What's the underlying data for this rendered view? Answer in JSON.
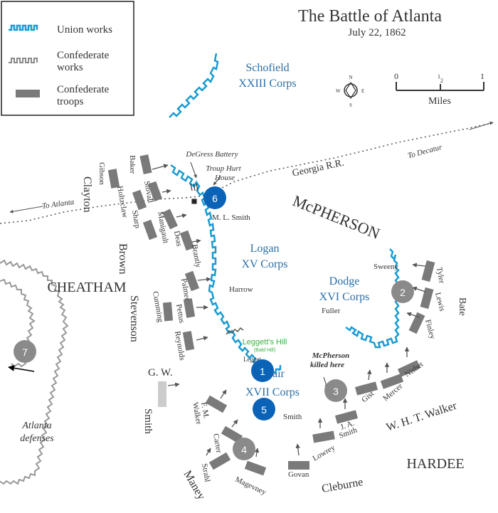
{
  "map": {
    "title": "The Battle of Atlanta",
    "date": "July 22, 1862",
    "legend": {
      "union_works": "Union works",
      "confederate_works": [
        "Confederate",
        "works"
      ],
      "confederate_troops": [
        "Confederate",
        "troops"
      ]
    },
    "scale": {
      "zero": "0",
      "half_top": "1",
      "half_bot": "2",
      "one": "1",
      "unit": "Miles"
    },
    "compass": {
      "n": "N",
      "s": "S",
      "e": "E",
      "w": "W"
    },
    "corps": {
      "schofield": [
        "Schofield",
        "XXIII Corps"
      ],
      "logan": [
        "Logan",
        "XV Corps"
      ],
      "dodge": [
        "Dodge",
        "XVI Corps"
      ],
      "blair_a": "air",
      "blair_b": "XVII Corps"
    },
    "commanders": {
      "mcpherson": "McPHERSON",
      "cheatham": "CHEATHAM",
      "hardee": "HARDEE",
      "whtwalker": "W. H. T. Walker",
      "gwsmith": [
        "G. W.",
        "Smith"
      ],
      "cleburne": "Cleburne",
      "maney": "Maney",
      "stevenson": "Stevenson",
      "brown": "Brown",
      "clayton": "Clayton",
      "bate": "Bate"
    },
    "places": {
      "degress": "DeGress Battery",
      "troup": [
        "Troup Hurt",
        "House"
      ],
      "georgia_rr": "Georgia R.R.",
      "to_decatur": "To Decatur",
      "to_atlanta": "To Atlanta",
      "leggetts": "Leggett's Hill",
      "bald_hill": "(Bald Hill)",
      "mcpherson_killed": [
        "McPherson",
        "killed here"
      ],
      "atlanta_defenses": [
        "Atlanta",
        "defenses"
      ]
    },
    "union_units": {
      "mlsmith": "M. L. Smith",
      "harrow": "Harrow",
      "sweeny": "Sweeny",
      "fuller": "Fuller",
      "leggett": "Legget",
      "gasmith": "Smith"
    },
    "confed_units": {
      "gibson": "Gibson",
      "holtzclaw": "Holtzclaw",
      "baker": "Baker",
      "stovall": "Stovall",
      "sharp": "Sharp",
      "manigault": "Manigault",
      "deas": "Deas",
      "brantly": "Brantly",
      "cumming": "Cumming",
      "palmer": "Palmer",
      "pettus": "Pettus",
      "reynolds": "Reynolds",
      "tyler": "Tyler",
      "lewis": "Lewis",
      "finley": "Finley",
      "nisbet": "Nisbet",
      "mercer": "Mercer",
      "gist": "Gist",
      "jasmith": [
        "J. A.",
        "Smith"
      ],
      "lowrey": "Lowrey",
      "govan": "Govan",
      "fmwalker": [
        "F. M.",
        "Walker"
      ],
      "carter": "Carter",
      "strahl": "Strahl",
      "magevney": "Magevney"
    },
    "markers": [
      {
        "label": "1",
        "color": "#0b63b8"
      },
      {
        "label": "2",
        "color": "#8a8a8a"
      },
      {
        "label": "3",
        "color": "#8a8a8a"
      },
      {
        "label": "4",
        "color": "#8a8a8a"
      },
      {
        "label": "5",
        "color": "#0b63b8"
      },
      {
        "label": "6",
        "color": "#0b63b8"
      },
      {
        "label": "7",
        "color": "#8a8a8a"
      }
    ],
    "colors": {
      "union": "#1b9bd1",
      "confederate": "#888888",
      "troops": "#7a7a7a"
    }
  }
}
